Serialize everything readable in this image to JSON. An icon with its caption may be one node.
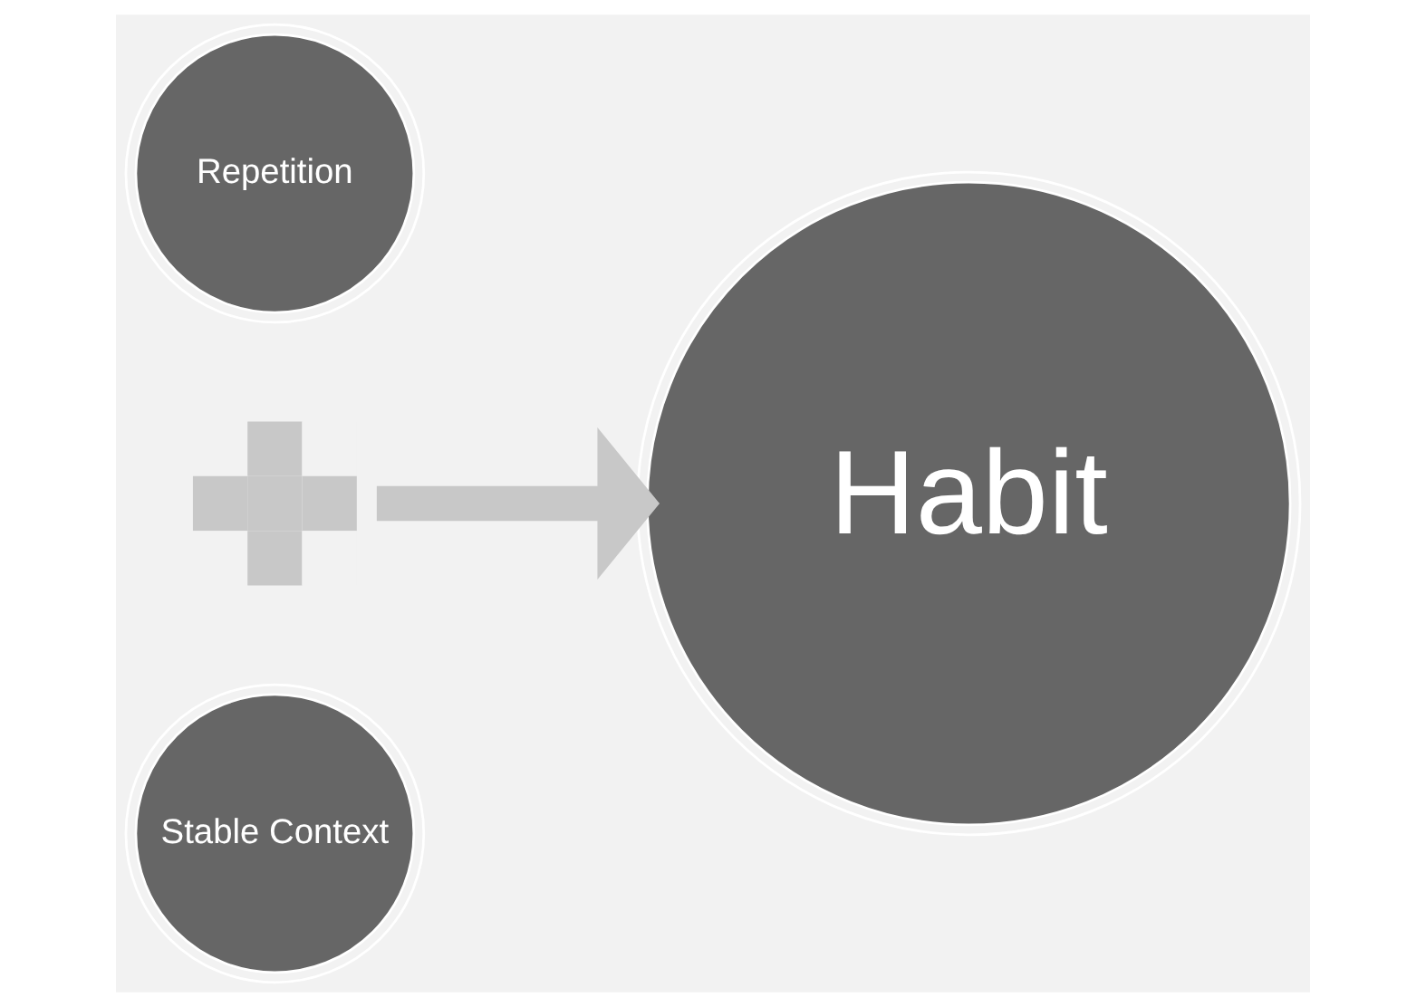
{
  "diagram": {
    "nodes": [
      {
        "text": [
          "Repetition"
        ]
      },
      {
        "text": [],
        "shape": "plus"
      },
      {
        "text": [
          "Stable Context"
        ]
      },
      {
        "text": [
          "Habit"
        ]
      }
    ],
    "edges": [
      {
        "from": 1,
        "to": 3,
        "arrow": "to"
      }
    ]
  }
}
